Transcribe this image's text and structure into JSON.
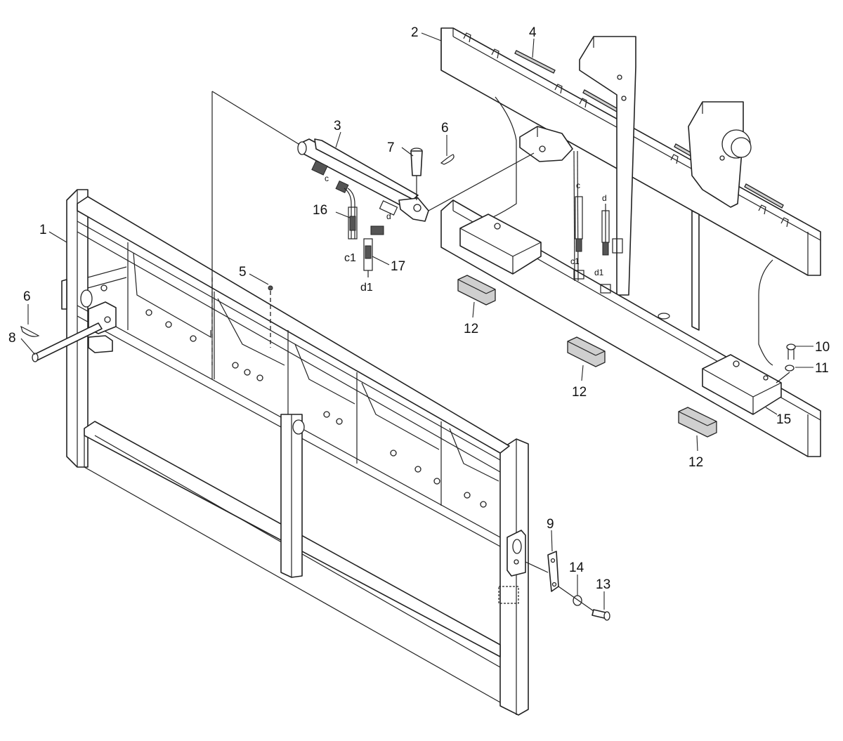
{
  "callouts": {
    "c1": "1",
    "c2": "2",
    "c3": "3",
    "c4": "4",
    "c5": "5",
    "c6a": "6",
    "c6b": "6",
    "c7": "7",
    "c8": "8",
    "c9": "9",
    "c10": "10",
    "c11": "11",
    "c12a": "12",
    "c12b": "12",
    "c12c": "12",
    "c13": "13",
    "c14": "14",
    "c15": "15",
    "c16": "16",
    "c17": "17"
  },
  "port_labels": {
    "c_top_left": "c",
    "c1_left": "c1",
    "d1_left": "d1",
    "d_top_left": "d",
    "c_right": "c",
    "d_right": "d",
    "c1_right": "c1",
    "d1_right": "d1"
  }
}
